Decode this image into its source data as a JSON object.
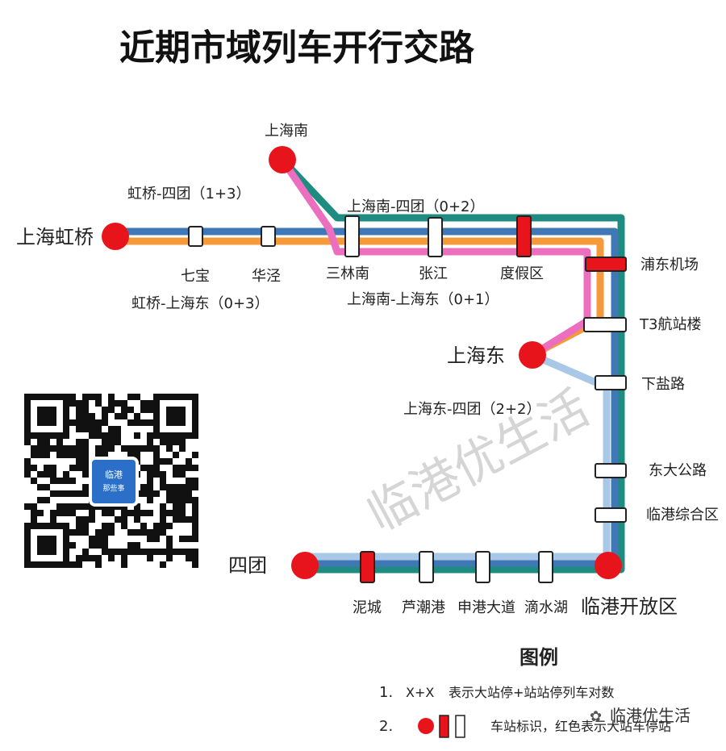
{
  "title": "近期市域列车开行交路",
  "stations": {
    "shanghainan": "上海南",
    "hongqiao": "上海虹桥",
    "qibao": "七宝",
    "huajing": "华泾",
    "sanlinnan": "三林南",
    "zhangjiang": "张江",
    "dujiaqu": "度假区",
    "pudong_airport": "浦东机场",
    "t3": "T3航站楼",
    "xiayanlu": "下盐路",
    "shanghaidong": "上海东",
    "dongda": "东大公路",
    "lingang_zonghe": "临港综合区",
    "lingang_kaifang": "临港开放区",
    "sixuan": "四团",
    "nicheng": "泥城",
    "luchaogang": "芦潮港",
    "shengang": "申港大道",
    "dishuihu": "滴水湖"
  },
  "routes": {
    "hq_st": "虹桥-四团（1+3）",
    "shn_st": "上海南-四团（0+2）",
    "hq_shd": "虹桥-上海东（0+3）",
    "shn_shd": "上海南-上海东（0+1）",
    "shd_st": "上海东-四团（2+2）"
  },
  "legend": {
    "title": "图例",
    "item1_num": "1.",
    "item1_sym": "X+X",
    "item1_text": "表示大站停+站站停列车对数",
    "item2_num": "2.",
    "item2_text": "车站标识，红色表示大站车停站"
  },
  "watermark": "临港优生活",
  "badge": "临港优生活",
  "qr_logo": [
    "临港",
    "那些事"
  ],
  "colors": {
    "teal": "#1e8c80",
    "blue": "#3f78b4",
    "orange": "#f49a3a",
    "pink": "#ec6fbf",
    "lightblue": "#a9c7e6",
    "red": "#e8141c"
  }
}
